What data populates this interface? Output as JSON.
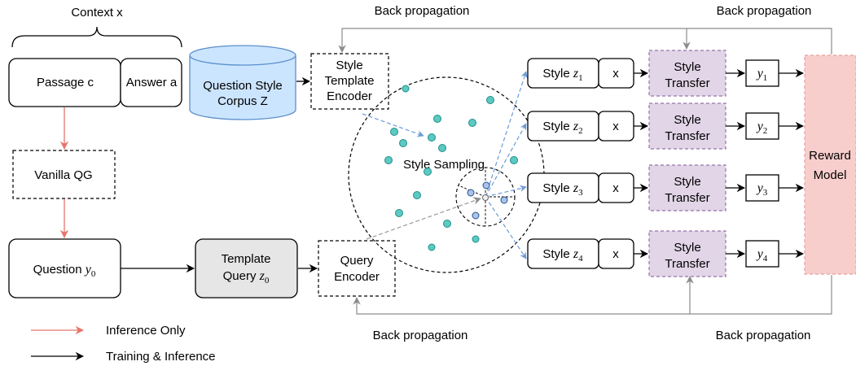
{
  "labels": {
    "context": "Context x",
    "passage": "Passage c",
    "answer": "Answer a",
    "vanilla_qg": "Vanilla QG",
    "question_prefix": "Question ",
    "question_var": "y",
    "question_sub": "0",
    "corpus_line1": "Question Style",
    "corpus_line2": "Corpus Z",
    "template_query_line1": "Template",
    "template_query_prefix": "Query ",
    "template_query_var": "z",
    "template_query_sub": "0",
    "style_encoder_line1": "Style",
    "style_encoder_line2": "Template",
    "style_encoder_line3": "Encoder",
    "query_encoder_line1": "Query",
    "query_encoder_line2": "Encoder",
    "style_sampling": "Style Sampling",
    "back_prop": "Back propagation",
    "reward_line1": "Reward",
    "reward_line2": "Model",
    "style_transfer_line1": "Style",
    "style_transfer_line2": "Transfer",
    "x_label": "x",
    "style_prefix": "Style ",
    "style_var": "z",
    "y_var": "y"
  },
  "style_rows": [
    {
      "index": "1"
    },
    {
      "index": "2"
    },
    {
      "index": "3"
    },
    {
      "index": "4"
    }
  ],
  "legend": [
    {
      "label": "Inference Only",
      "color": "#e8736b"
    },
    {
      "label": "Training & Inference",
      "color": "#000000"
    }
  ],
  "colors": {
    "inference_arrow": "#e8736b",
    "corpus_fill": "#cce5ff",
    "corpus_stroke": "#5b8fc9",
    "template_query_fill": "#e6e6e6",
    "style_transfer_fill": "#e1d5e7",
    "style_transfer_stroke": "#9673a6",
    "reward_fill": "#f8cecc",
    "reward_stroke": "#e8a09a",
    "dot_teal_fill": "#5cc9c2",
    "dot_teal_stroke": "#1f8f89",
    "dot_blue_fill": "#a9c4eb",
    "dot_blue_stroke": "#2b4f8a",
    "sampling_arrow": "#6c9bd8",
    "query_arrow": "#999999",
    "back_prop_line": "#8c8c8c"
  }
}
